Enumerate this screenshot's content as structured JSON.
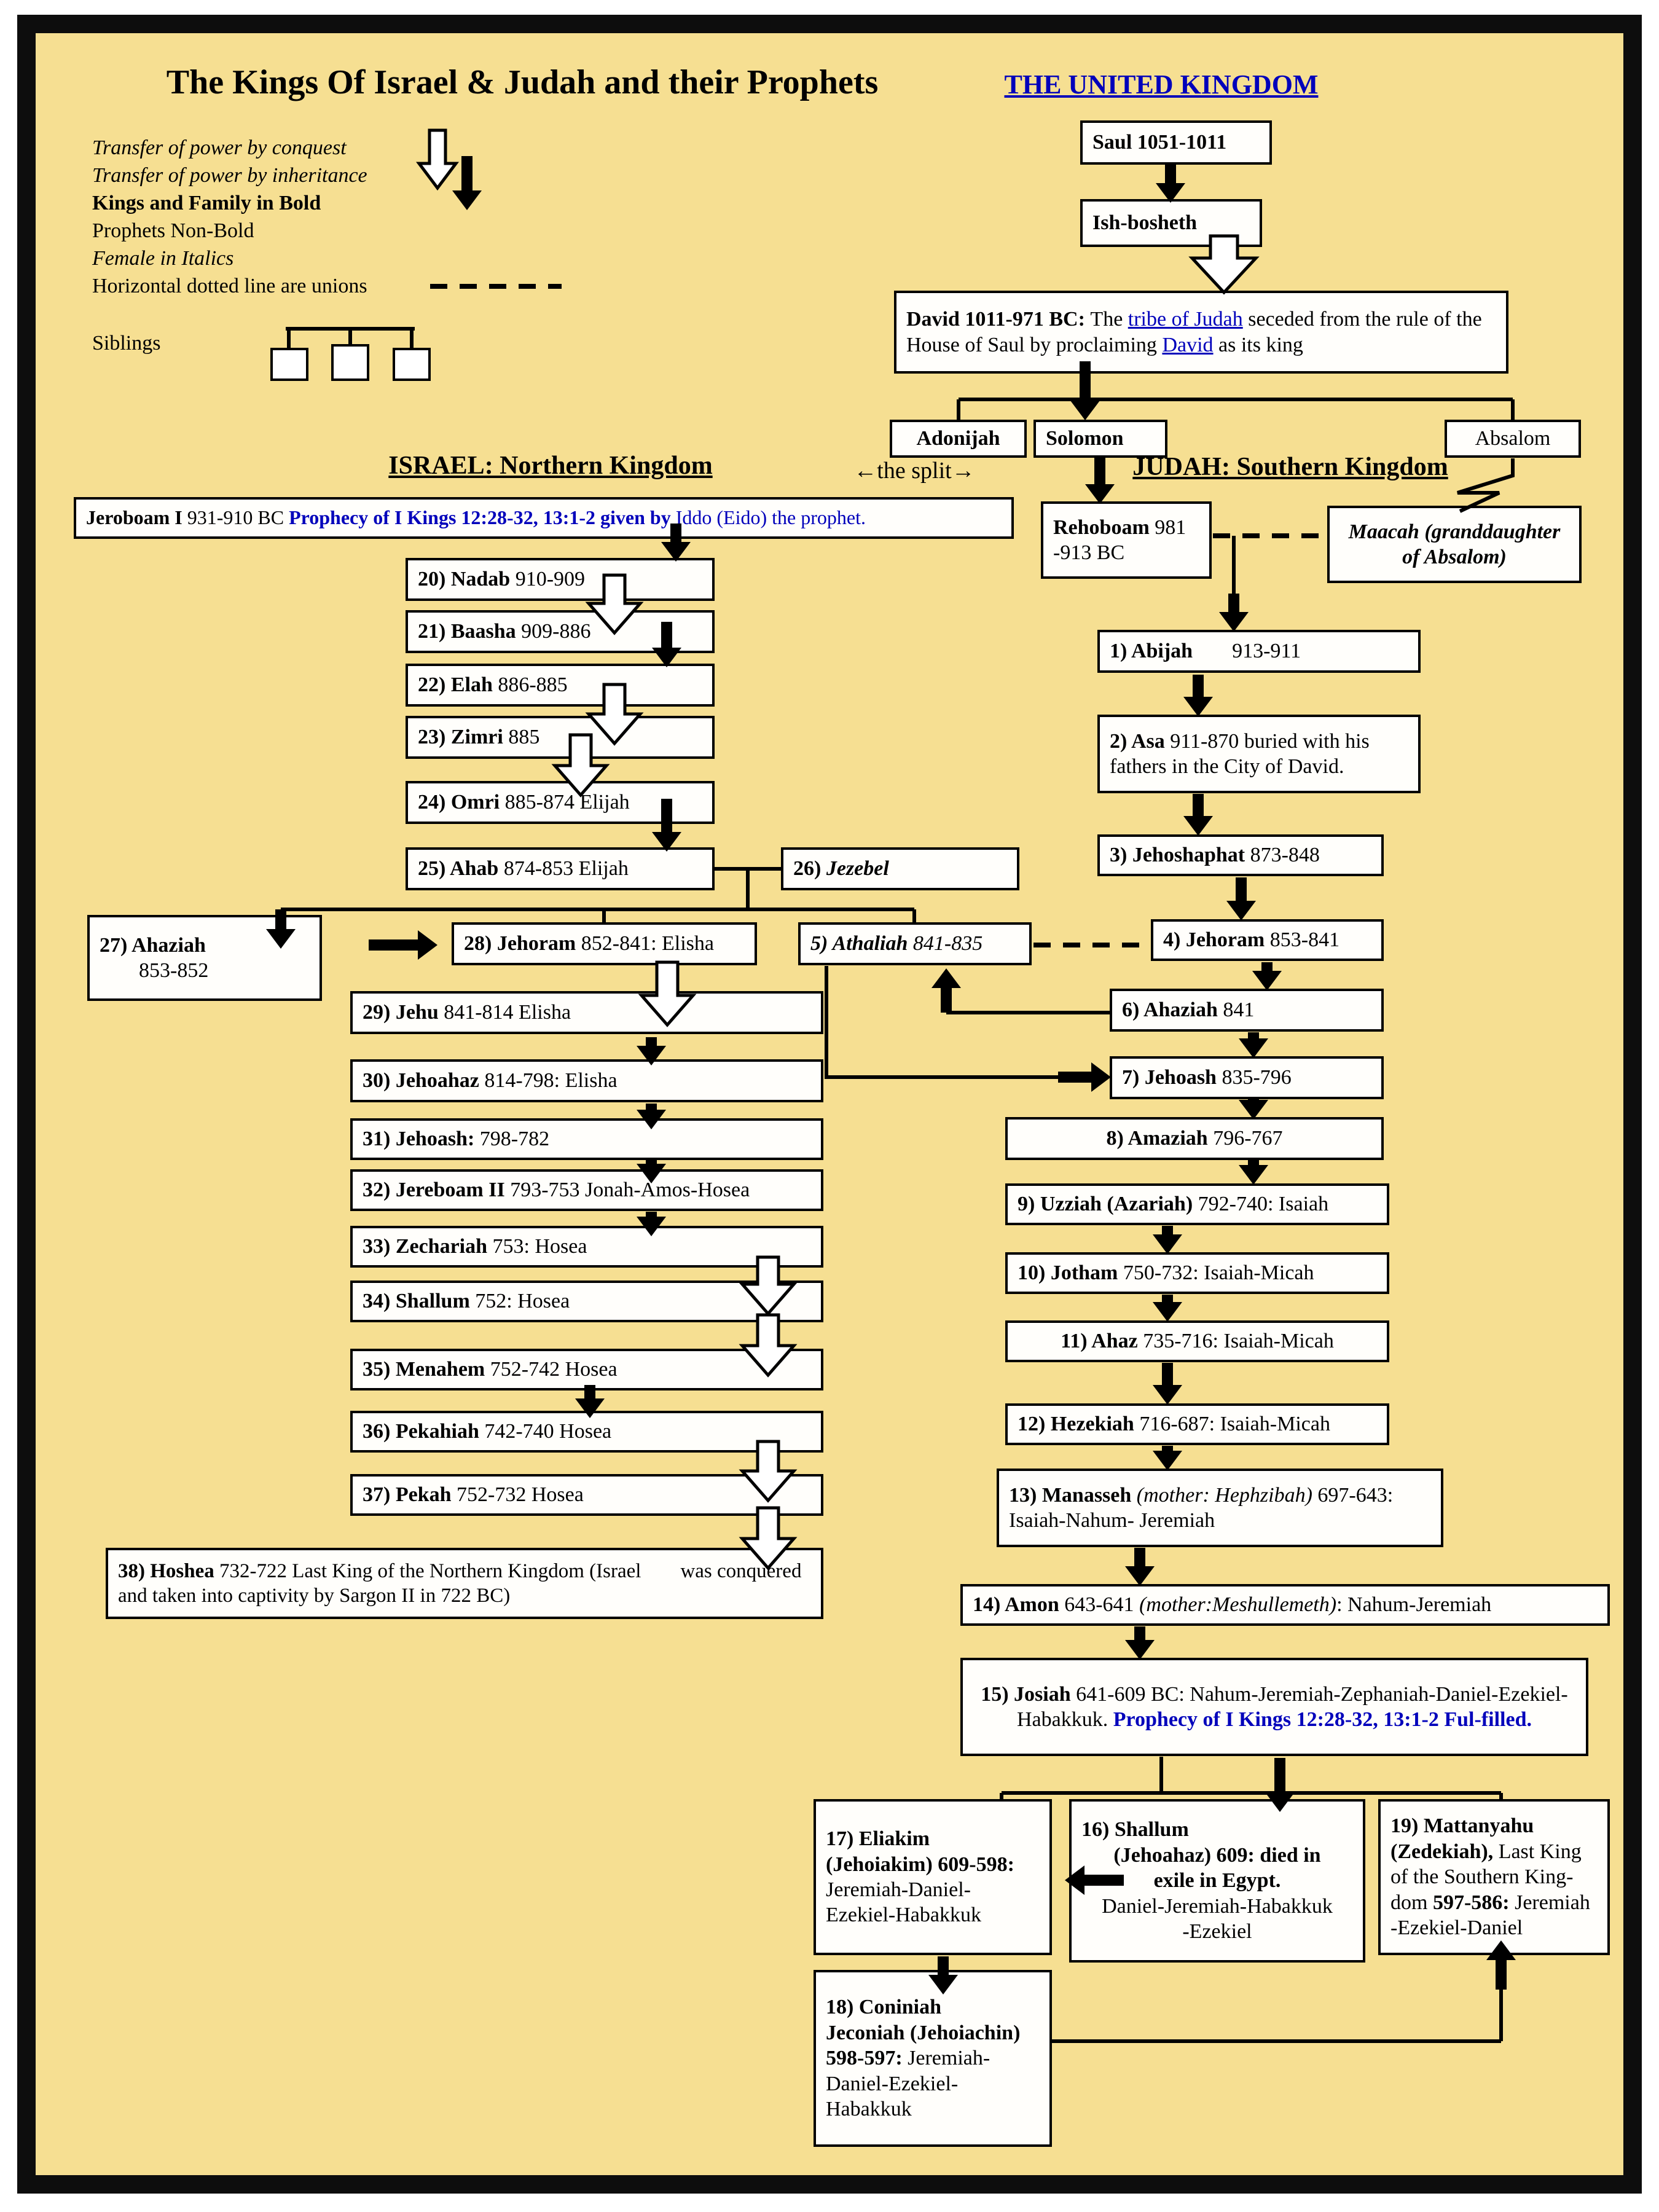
{
  "title": "The Kings Of Israel & Judah and their Prophets",
  "colors": {
    "canvas": "#F6DF92",
    "link_blue": "#0000BB",
    "box_background": "#FFFFFF",
    "frame": "#0D0D0D"
  },
  "headers": {
    "united": "THE UNITED KINGDOM",
    "israel": "ISRAEL: Northern Kingdom",
    "judah": "JUDAH: Southern Kingdom",
    "split": "←the split→"
  },
  "legend": {
    "conquest": "Transfer of power by conquest",
    "inheritance": "Transfer of power by inheritance",
    "bold": "Kings and Family in Bold",
    "prophets": "Prophets Non-Bold",
    "female": "Female in Italics",
    "unions": "Horizontal dotted line are unions",
    "siblings": "Siblings"
  },
  "icons": {
    "conquest_arrow": "white-outline-down-arrow",
    "inheritance_arrow": "solid-black-down-arrow",
    "union_line": "horizontal-dashed-line"
  },
  "nodes": {
    "saul": [
      [
        {
          "t": "Saul 1051-1011",
          "b": 1
        }
      ]
    ],
    "ishbosheth": [
      [
        {
          "t": "Ish-bosheth",
          "b": 1
        }
      ]
    ],
    "david": [
      [
        {
          "t": "David 1011-971 BC: ",
          "b": 1
        },
        {
          "t": "The "
        },
        {
          "t": "tribe of Judah",
          "blue": 1,
          "u": 1,
          "link": 1
        },
        {
          "t": " seceded from the rule of the House of Saul by proclaiming "
        },
        {
          "t": "David",
          "blue": 1,
          "u": 1,
          "link": 1
        },
        {
          "t": " as its king"
        }
      ]
    ],
    "adonijah": [
      [
        {
          "t": "Adonijah",
          "b": 1
        }
      ]
    ],
    "solomon": [
      [
        {
          "t": "Solomon",
          "b": 1
        }
      ]
    ],
    "absalom": [
      [
        {
          "t": "Absalom"
        }
      ]
    ],
    "jeroboam": [
      [
        {
          "t": "Jeroboam I ",
          "b": 1
        },
        {
          "t": "931-910 BC "
        },
        {
          "t": "Prophecy of I Kings 12:28-32, 13:1-2 given by ",
          "b": 1,
          "blue": 1
        },
        {
          "t": "Iddo (Eido) the prophet.",
          "blue": 1
        }
      ]
    ],
    "n20": [
      [
        {
          "t": "20) Nadab ",
          "b": 1
        },
        {
          "t": "910-909"
        }
      ]
    ],
    "n21": [
      [
        {
          "t": "21) Baasha ",
          "b": 1
        },
        {
          "t": "909-886"
        }
      ]
    ],
    "n22": [
      [
        {
          "t": "22) Elah ",
          "b": 1
        },
        {
          "t": "886-885"
        }
      ]
    ],
    "n23": [
      [
        {
          "t": "23) Zimri ",
          "b": 1
        },
        {
          "t": "885"
        }
      ]
    ],
    "n24": [
      [
        {
          "t": "24) Omri ",
          "b": 1
        },
        {
          "t": "885-874 Elijah"
        }
      ]
    ],
    "n25": [
      [
        {
          "t": "25) Ahab ",
          "b": 1
        },
        {
          "t": "874-853 Elijah"
        }
      ]
    ],
    "n26": [
      [
        {
          "t": "26) ",
          "b": 1
        },
        {
          "t": "Jezebel",
          "b": 1,
          "i": 1
        }
      ]
    ],
    "n27": [
      [
        {
          "t": "27) Ahaziah",
          "b": 1
        }
      ],
      [
        {
          "t": "853-852",
          "gap": 1
        }
      ]
    ],
    "n28": [
      [
        {
          "t": "28) Jehoram ",
          "b": 1
        },
        {
          "t": "852-841: Elisha"
        }
      ]
    ],
    "n5": [
      [
        {
          "t": "5) ",
          "b": 1,
          "i": 1
        },
        {
          "t": "Athaliah ",
          "b": 1,
          "i": 1
        },
        {
          "t": "841-835",
          "i": 1
        }
      ]
    ],
    "n29": [
      [
        {
          "t": "29) Jehu ",
          "b": 1
        },
        {
          "t": "841-814 Elisha"
        }
      ]
    ],
    "n30": [
      [
        {
          "t": "30) Jehoahaz ",
          "b": 1
        },
        {
          "t": "814-798: Elisha"
        }
      ]
    ],
    "n31": [
      [
        {
          "t": "31) Jehoash: ",
          "b": 1
        },
        {
          "t": "798-782"
        }
      ]
    ],
    "n32": [
      [
        {
          "t": "32) Jereboam II ",
          "b": 1
        },
        {
          "t": "793-753 Jonah-Amos-Hosea"
        }
      ]
    ],
    "n33": [
      [
        {
          "t": "33) Zechariah ",
          "b": 1
        },
        {
          "t": "753: Hosea"
        }
      ]
    ],
    "n34": [
      [
        {
          "t": "34) Shallum ",
          "b": 1
        },
        {
          "t": "752: Hosea"
        }
      ]
    ],
    "n35": [
      [
        {
          "t": "35) Menahem ",
          "b": 1
        },
        {
          "t": "752-742 Hosea"
        }
      ]
    ],
    "n36": [
      [
        {
          "t": "36) Pekahiah ",
          "b": 1
        },
        {
          "t": "742-740 Hosea"
        }
      ]
    ],
    "n37": [
      [
        {
          "t": "37) Pekah ",
          "b": 1
        },
        {
          "t": "752-732 Hosea"
        }
      ]
    ],
    "n38": [
      [
        {
          "t": "38) Hoshea ",
          "b": 1
        },
        {
          "t": "732-722 Last King of the Northern Kingdom (Israel"
        },
        {
          "t": "was conquered and taken into captivity by Sargon II in 722 BC)",
          "gap": 1
        }
      ]
    ],
    "rehoboam": [
      [
        {
          "t": "Rehoboam ",
          "b": 1
        },
        {
          "t": "981 -913 BC"
        }
      ]
    ],
    "maacah": [
      [
        {
          "t": "Maacah ",
          "b": 1,
          "i": 1
        },
        {
          "t": "(granddaughter of Absalom)",
          "b": 1,
          "i": 1
        }
      ]
    ],
    "j1": [
      [
        {
          "t": "1) Abijah",
          "b": 1
        },
        {
          "t": "913-911",
          "gap": 1
        }
      ]
    ],
    "j2": [
      [
        {
          "t": "2) Asa ",
          "b": 1
        },
        {
          "t": "911-870 buried with his fathers in the City of David."
        }
      ]
    ],
    "j3": [
      [
        {
          "t": "3) Jehoshaphat ",
          "b": 1
        },
        {
          "t": "873-848"
        }
      ]
    ],
    "j4": [
      [
        {
          "t": "4) Jehoram ",
          "b": 1
        },
        {
          "t": "853-841"
        }
      ]
    ],
    "j6": [
      [
        {
          "t": "6) Ahaziah ",
          "b": 1
        },
        {
          "t": "841"
        }
      ]
    ],
    "j7": [
      [
        {
          "t": "7) Jehoash ",
          "b": 1
        },
        {
          "t": "835-796"
        }
      ]
    ],
    "j8": [
      [
        {
          "t": "8) Amaziah ",
          "b": 1
        },
        {
          "t": "796-767"
        }
      ]
    ],
    "j9": [
      [
        {
          "t": "9) Uzziah (Azariah) ",
          "b": 1
        },
        {
          "t": "792-740: Isaiah"
        }
      ]
    ],
    "j10": [
      [
        {
          "t": "10) Jotham ",
          "b": 1
        },
        {
          "t": "750-732: Isaiah-Micah"
        }
      ]
    ],
    "j11": [
      [
        {
          "t": "11) Ahaz ",
          "b": 1
        },
        {
          "t": "735-716: Isaiah-Micah"
        }
      ]
    ],
    "j12": [
      [
        {
          "t": "12) Hezekiah ",
          "b": 1
        },
        {
          "t": "716-687: Isaiah-Micah"
        }
      ]
    ],
    "j13": [
      [
        {
          "t": "13) Manasseh ",
          "b": 1
        },
        {
          "t": "(mother: Hephzibah)",
          "i": 1
        },
        {
          "t": " 697-643: Isaiah-Nahum- Jeremiah"
        }
      ]
    ],
    "j14": [
      [
        {
          "t": "14) Amon ",
          "b": 1
        },
        {
          "t": "643-641 "
        },
        {
          "t": "(mother:Meshullemeth)",
          "i": 1
        },
        {
          "t": ": Nahum-Jeremiah"
        }
      ]
    ],
    "j15": [
      [
        {
          "t": "15) Josiah ",
          "b": 1
        },
        {
          "t": "641-609 BC: Nahum-Jeremiah-Zephaniah-Daniel-Ezekiel-Habakkuk. "
        },
        {
          "t": "Prophecy of I Kings 12:28-32, 13:1-2 Ful-filled.",
          "b": 1,
          "blue": 1
        }
      ]
    ],
    "j17": [
      [
        {
          "t": "17) Eliakim",
          "b": 1
        }
      ],
      [
        {
          "t": "(Jehoiakim) 609-598:",
          "b": 1
        }
      ],
      [
        {
          "t": "Jeremiah-Daniel-"
        }
      ],
      [
        {
          "t": "Ezekiel-Habakkuk"
        }
      ]
    ],
    "j16": [
      [
        {
          "t": "16) Shallum",
          "b": 1
        }
      ],
      [
        {
          "t": "(Jehoahaz) 609:  died in",
          "b": 1,
          "a": "c"
        }
      ],
      [
        {
          "t": "exile in Egypt.",
          "b": 1,
          "a": "c"
        }
      ],
      [
        {
          "t": "Daniel-Jeremiah-Habakkuk",
          "a": "c"
        }
      ],
      [
        {
          "t": "-Ezekiel",
          "a": "c"
        }
      ]
    ],
    "j19": [
      [
        {
          "t": "19) Mattanyahu",
          "b": 1
        }
      ],
      [
        {
          "t": "(Zedekiah), ",
          "b": 1
        },
        {
          "t": "Last King"
        }
      ],
      [
        {
          "t": "of the Southern King-"
        }
      ],
      [
        {
          "t": "dom "
        },
        {
          "t": "597-586: ",
          "b": 1
        },
        {
          "t": "Jeremiah"
        }
      ],
      [
        {
          "t": "-Ezekiel-Daniel"
        }
      ]
    ],
    "j18": [
      [
        {
          "t": "18) Coniniah",
          "b": 1
        }
      ],
      [
        {
          "t": "Jeconiah (Jehoiachin)",
          "b": 1
        }
      ],
      [
        {
          "t": "598-597: ",
          "b": 1
        },
        {
          "t": "Jeremiah-"
        }
      ],
      [
        {
          "t": "Daniel-Ezekiel-"
        }
      ],
      [
        {
          "t": "Habakkuk"
        }
      ]
    ]
  }
}
